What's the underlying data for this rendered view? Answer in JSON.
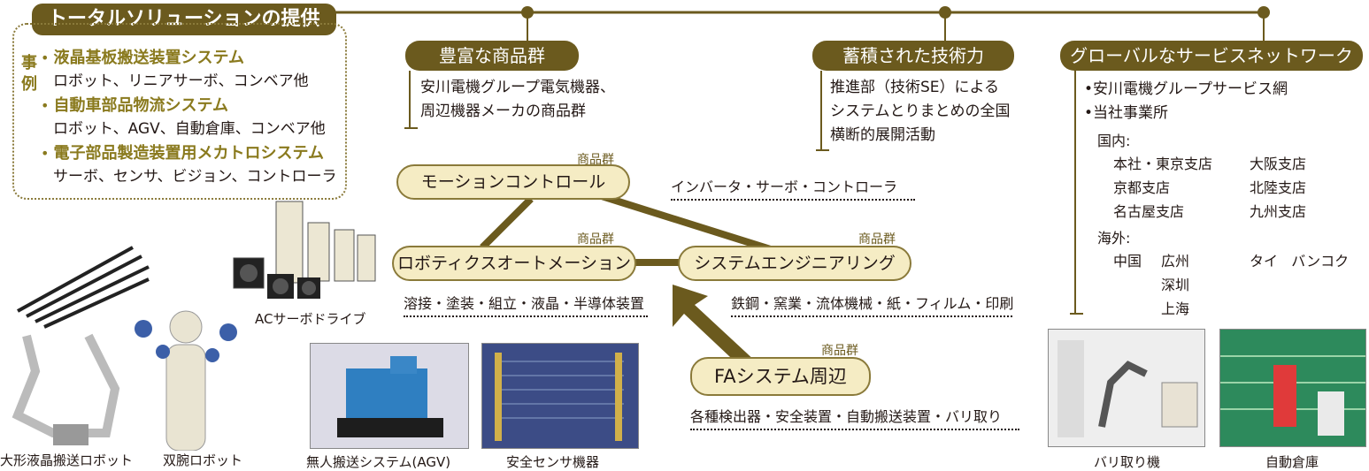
{
  "total_solution": {
    "title": "トータルソリューションの提供",
    "case_label": [
      "事",
      "例"
    ],
    "cases": [
      {
        "title": "液晶基板搬送装置システム",
        "sub": "ロボット、リニアサーボ、コンベア他"
      },
      {
        "title": "自動車部品物流システム",
        "sub": "ロボット、AGV、自動倉庫、コンベア他"
      },
      {
        "title": "電子部品製造装置用メカトロシステム",
        "sub": "サーボ、センサ、ビジョン、コントローラ"
      }
    ]
  },
  "pillars": {
    "products": {
      "title": "豊富な商品群",
      "lines": [
        "安川電機グループ電気機器、",
        "周辺機器メーカの商品群"
      ]
    },
    "tech": {
      "title": "蓄積された技術力",
      "lines": [
        "推進部（技術SE）による",
        "システムとりまとめの全国",
        "横断的展開活動"
      ]
    },
    "network": {
      "title": "グローバルなサービスネットワーク",
      "bullets": [
        "•安川電機グループサービス網",
        "•当社事業所"
      ],
      "domestic_label": "国内:",
      "domestic": [
        [
          "本社・東京支店",
          "大阪支店"
        ],
        [
          "京都支店",
          "北陸支店"
        ],
        [
          "名古屋支店",
          "九州支店"
        ]
      ],
      "overseas_label": "海外:",
      "overseas": {
        "country1": "中国",
        "cities1": [
          "広州",
          "深圳",
          "上海"
        ],
        "country2": "タイ",
        "city2": "バンコク"
      }
    }
  },
  "nodes": {
    "product_group_label": "商品群",
    "motion": {
      "label": "モーションコントロール",
      "desc": "インバータ・サーボ・コントローラ"
    },
    "robotics": {
      "label": "ロボティクスオートメーション",
      "desc": "溶接・塗装・組立・液晶・半導体装置"
    },
    "system": {
      "label": "システムエンジニアリング",
      "desc": "鉄鋼・窯業・流体機械・紙・フィルム・印刷"
    },
    "fa": {
      "label": "FAシステム周辺",
      "desc": "各種検出器・安全装置・自動搬送装置・バリ取り"
    }
  },
  "captions": {
    "ac_servo": "ACサーボドライブ",
    "large_lcd_robot": "大形液晶搬送ロボット",
    "dual_arm": "双腕ロボット",
    "agv": "無人搬送システム(AGV)",
    "safety": "安全センサ機器",
    "deburr": "バリ取り機",
    "warehouse": "自動倉庫"
  },
  "colors": {
    "brand": "#6b5a1e",
    "pill_fill": "#f5ecc4",
    "connector": "#6b5a1e"
  }
}
